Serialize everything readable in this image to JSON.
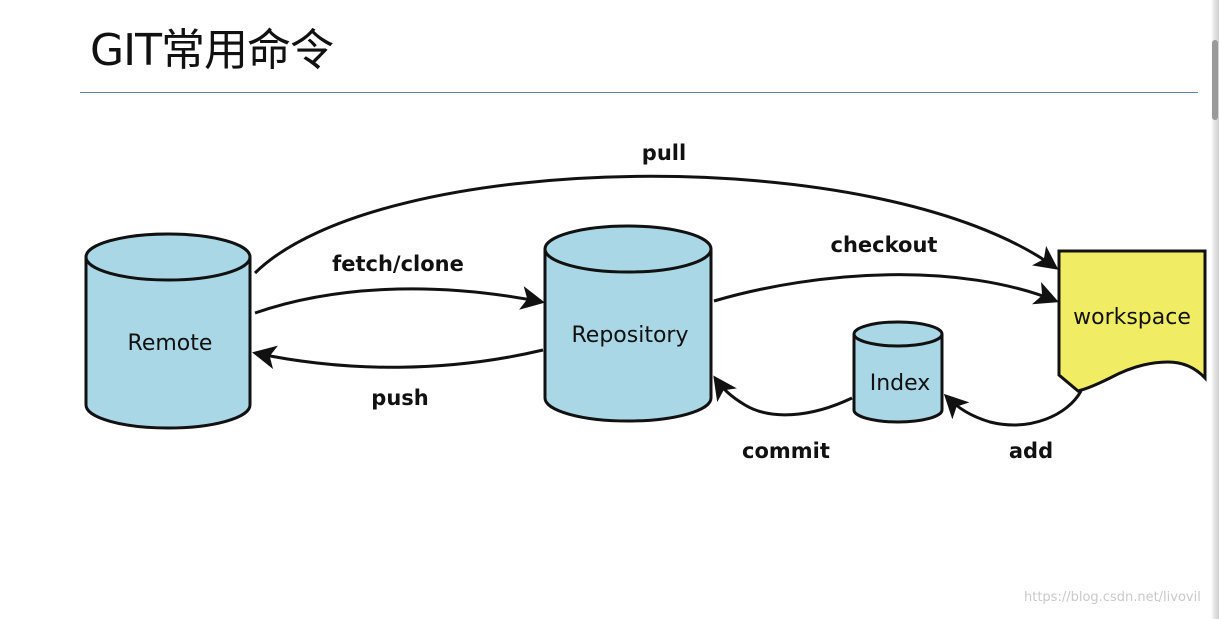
{
  "title": "GIT常用命令",
  "nodes": {
    "remote": "Remote",
    "repository": "Repository",
    "index": "Index",
    "workspace": "workspace"
  },
  "edges": {
    "pull": "pull",
    "fetch_clone": "fetch/clone",
    "push": "push",
    "checkout": "checkout",
    "commit": "commit",
    "add": "add"
  },
  "watermark": "https://blog.csdn.net/livovil",
  "colors": {
    "cylinder_fill": "#a9d7e6",
    "workspace_fill": "#f0ec64",
    "stroke": "#111111",
    "title_rule": "#5b7fb0"
  }
}
